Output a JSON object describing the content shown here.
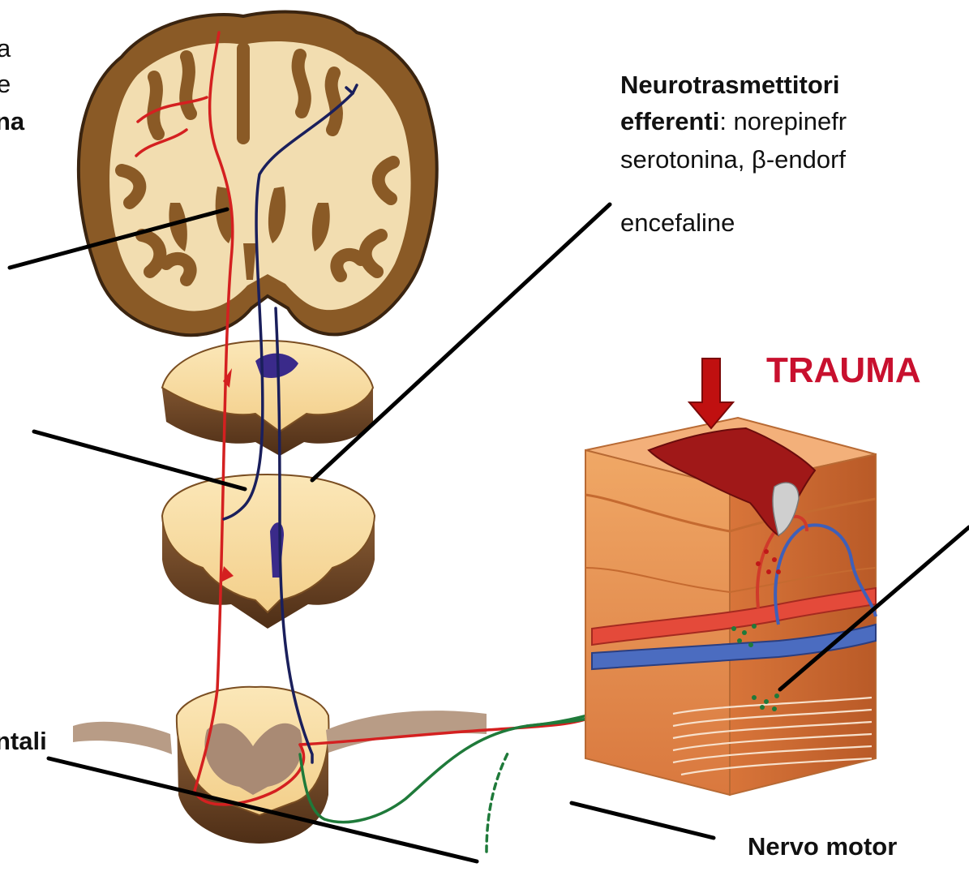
{
  "labels": {
    "left_1": "a",
    "left_2": "e",
    "left_3": "na",
    "nt_title": "Neurotrasmettitori",
    "nt_efferenti": "efferenti",
    "nt_line2_rest": ": norepinefr",
    "nt_line3": "serotonina, β-endorf",
    "nt_line4": "encefaline",
    "trauma": "TRAUMA",
    "segmental": "ntali",
    "motor": "Nervo motor"
  },
  "colors": {
    "pathway_red": "#d42020",
    "pathway_navy": "#1a1f5c",
    "motor_green": "#1f7a3a",
    "trauma_red": "#c8102e",
    "cortex_brown": "#8a5a26",
    "white_matter": "#f2ddb0",
    "tissue_orange": "#e88a48"
  }
}
